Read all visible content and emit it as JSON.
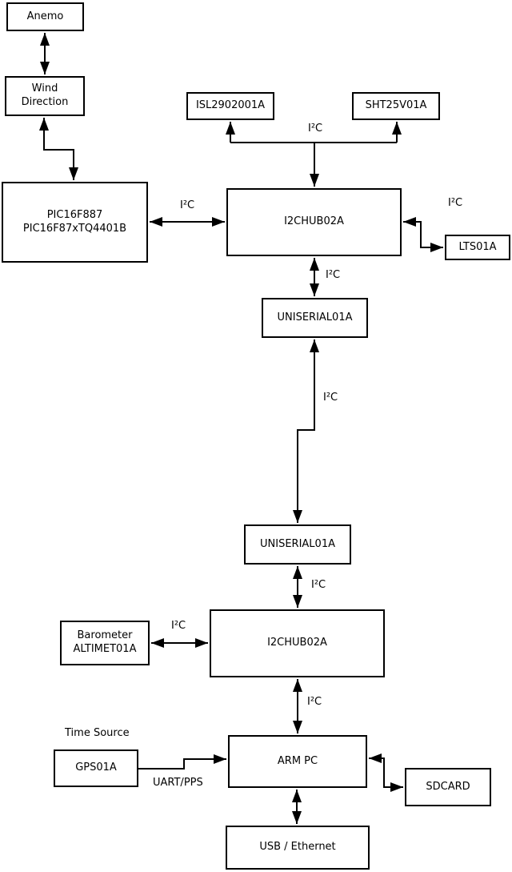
{
  "diagram": {
    "type": "block-diagram",
    "background_color": "#ffffff",
    "line_color": "#000000",
    "nodes": {
      "anemo": {
        "label": "Anemo"
      },
      "wind_direction": {
        "label": "Wind\nDirection"
      },
      "pic": {
        "label": "PIC16F887\nPIC16F87xTQ4401B"
      },
      "isl": {
        "label": "ISL2902001A"
      },
      "sht": {
        "label": "SHT25V01A"
      },
      "hub1": {
        "label": "I2CHUB02A"
      },
      "lts": {
        "label": "LTS01A"
      },
      "uniserial1": {
        "label": "UNISERIAL01A"
      },
      "uniserial2": {
        "label": "UNISERIAL01A"
      },
      "barometer": {
        "label": "Barometer\nALTIMET01A"
      },
      "hub2": {
        "label": "I2CHUB02A"
      },
      "gps": {
        "label": "GPS01A"
      },
      "arm_pc": {
        "label": "ARM PC"
      },
      "sdcard": {
        "label": "SDCARD"
      },
      "usb_ethernet": {
        "label": "USB / Ethernet"
      }
    },
    "edge_labels": {
      "i2c_sensors_hub1": "I²C",
      "i2c_pic_hub1": "I²C",
      "i2c_hub1_lts": "I²C",
      "i2c_hub1_uniserial1": "I²C",
      "i2c_uniserial1_uniserial2": "I²C",
      "i2c_uniserial2_hub2": "I²C",
      "i2c_barometer_hub2": "I²C",
      "i2c_hub2_armpc": "I²C",
      "time_source": "Time Source",
      "uart_pps": "UART/PPS"
    }
  }
}
